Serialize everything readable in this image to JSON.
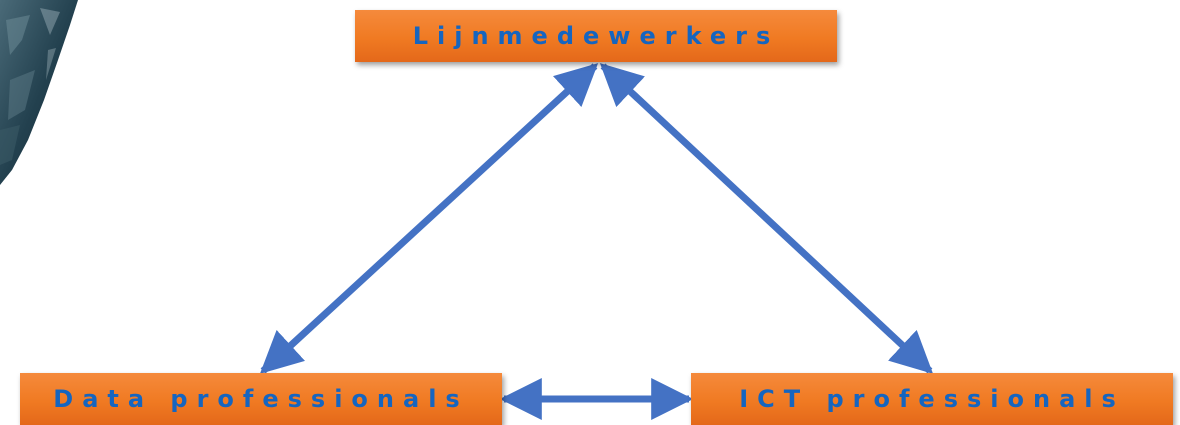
{
  "diagram": {
    "nodes": {
      "top": {
        "label": "Lijnmedewerkers"
      },
      "left": {
        "label": "Data professionals"
      },
      "right": {
        "label": "ICT professionals"
      }
    },
    "connectors": [
      {
        "from": "top",
        "to": "left",
        "direction": "bidirectional"
      },
      {
        "from": "top",
        "to": "right",
        "direction": "bidirectional"
      },
      {
        "from": "left",
        "to": "right",
        "direction": "bidirectional"
      }
    ],
    "colors": {
      "node_fill": "#f07a22",
      "node_text": "#1565c0",
      "connector": "#4472c4"
    }
  }
}
